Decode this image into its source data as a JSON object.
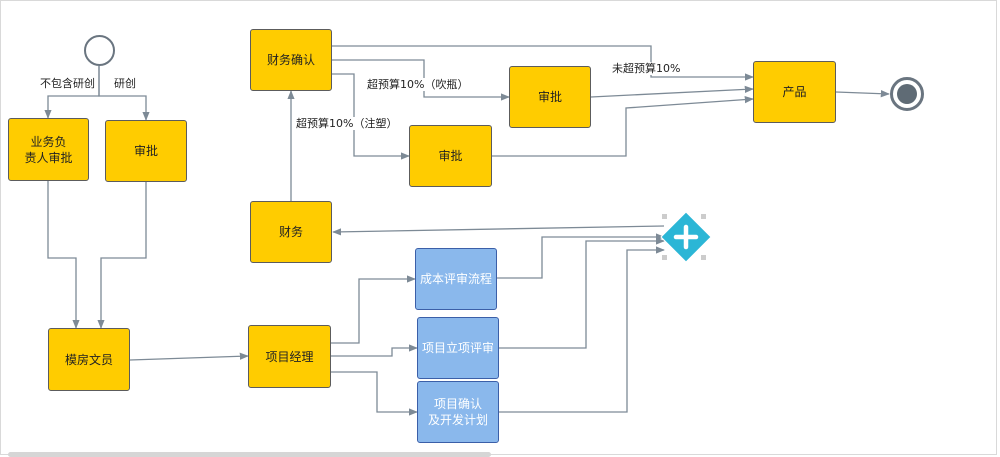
{
  "colors": {
    "task_fill": "#ffcc00",
    "subprocess_fill": "#8ab8ec",
    "subprocess_border": "#3b5fa8",
    "connector": "#7d8a96",
    "gateway": "#2bb6d6",
    "end_event": "#5f6b75"
  },
  "tasks": {
    "biz_head": "业务负\n责人审批",
    "approve_left": "审批",
    "clerk": "模房文员",
    "finance": "财务",
    "fin_confirm": "财务确认",
    "approve_top": "审批",
    "approve_mid": "审批",
    "product": "产品",
    "pm": "项目经理"
  },
  "subprocesses": {
    "cost_review": "成本评审流程",
    "project_review": "项目立项评审",
    "project_plan": "项目确认\n及开发计划"
  },
  "edge_labels": {
    "not_rd": "不包含研创",
    "rd": "研创",
    "over_blow": "超预算10%（吹瓶）",
    "over_inject": "超预算10%（注塑）",
    "under": "未超预算10%"
  },
  "icons": {
    "start": "start-event-icon",
    "end": "end-event-icon",
    "gateway": "parallel-gateway-icon"
  }
}
